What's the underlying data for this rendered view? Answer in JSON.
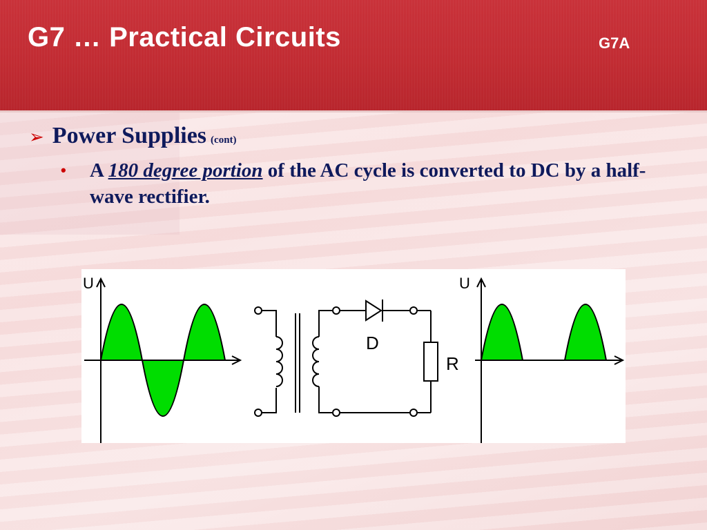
{
  "header": {
    "title": "G7 … Practical Circuits",
    "code": "G7A"
  },
  "section": {
    "title": "Power Supplies",
    "suffix": "(cont)"
  },
  "point": {
    "prefix": "A",
    "highlight": "180 degree portion",
    "rest": "of the AC cycle is converted to DC by a half-wave rectifier."
  },
  "diagram": {
    "left_axis_label": "U",
    "right_axis_label": "U",
    "diode_label": "D",
    "resistor_label": "R",
    "fill_color": "#00dd00"
  }
}
